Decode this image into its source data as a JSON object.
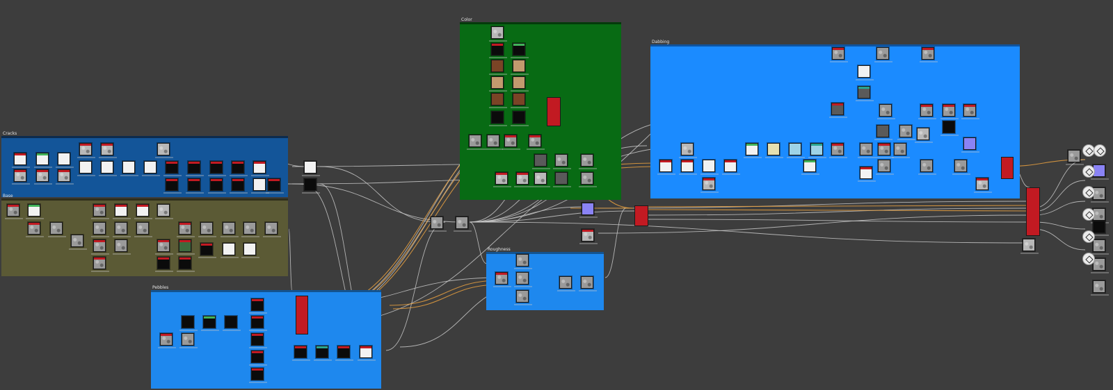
{
  "frames": [
    {
      "id": "crack",
      "title": "Cracks",
      "color": "#135599",
      "bar": "#0d2b4d"
    },
    {
      "id": "base",
      "title": "Base",
      "color": "#5b5a35",
      "bar": "#2f2e1b"
    },
    {
      "id": "pebbles",
      "title": "Pebbles",
      "color": "#1e88ee",
      "bar": "#14538f"
    },
    {
      "id": "color",
      "title": "Color",
      "color": "#086b14",
      "bar": "#043a0b"
    },
    {
      "id": "rough",
      "title": "Roughness",
      "color": "#1e88ee",
      "bar": "#14538f"
    },
    {
      "id": "dab",
      "title": "Dabbing",
      "color": "#1b8bff",
      "bar": "#0f54a0"
    }
  ],
  "colors": {
    "background": "#3d3d3d",
    "wire": "#c9c9c9",
    "wire_color": "#e8a040",
    "header_red": "#c21a22",
    "header_green": "#42b35a",
    "header_teal": "#2aa58f",
    "output_purple": "#8a83f5"
  },
  "icons": [
    "output-node-icon"
  ]
}
